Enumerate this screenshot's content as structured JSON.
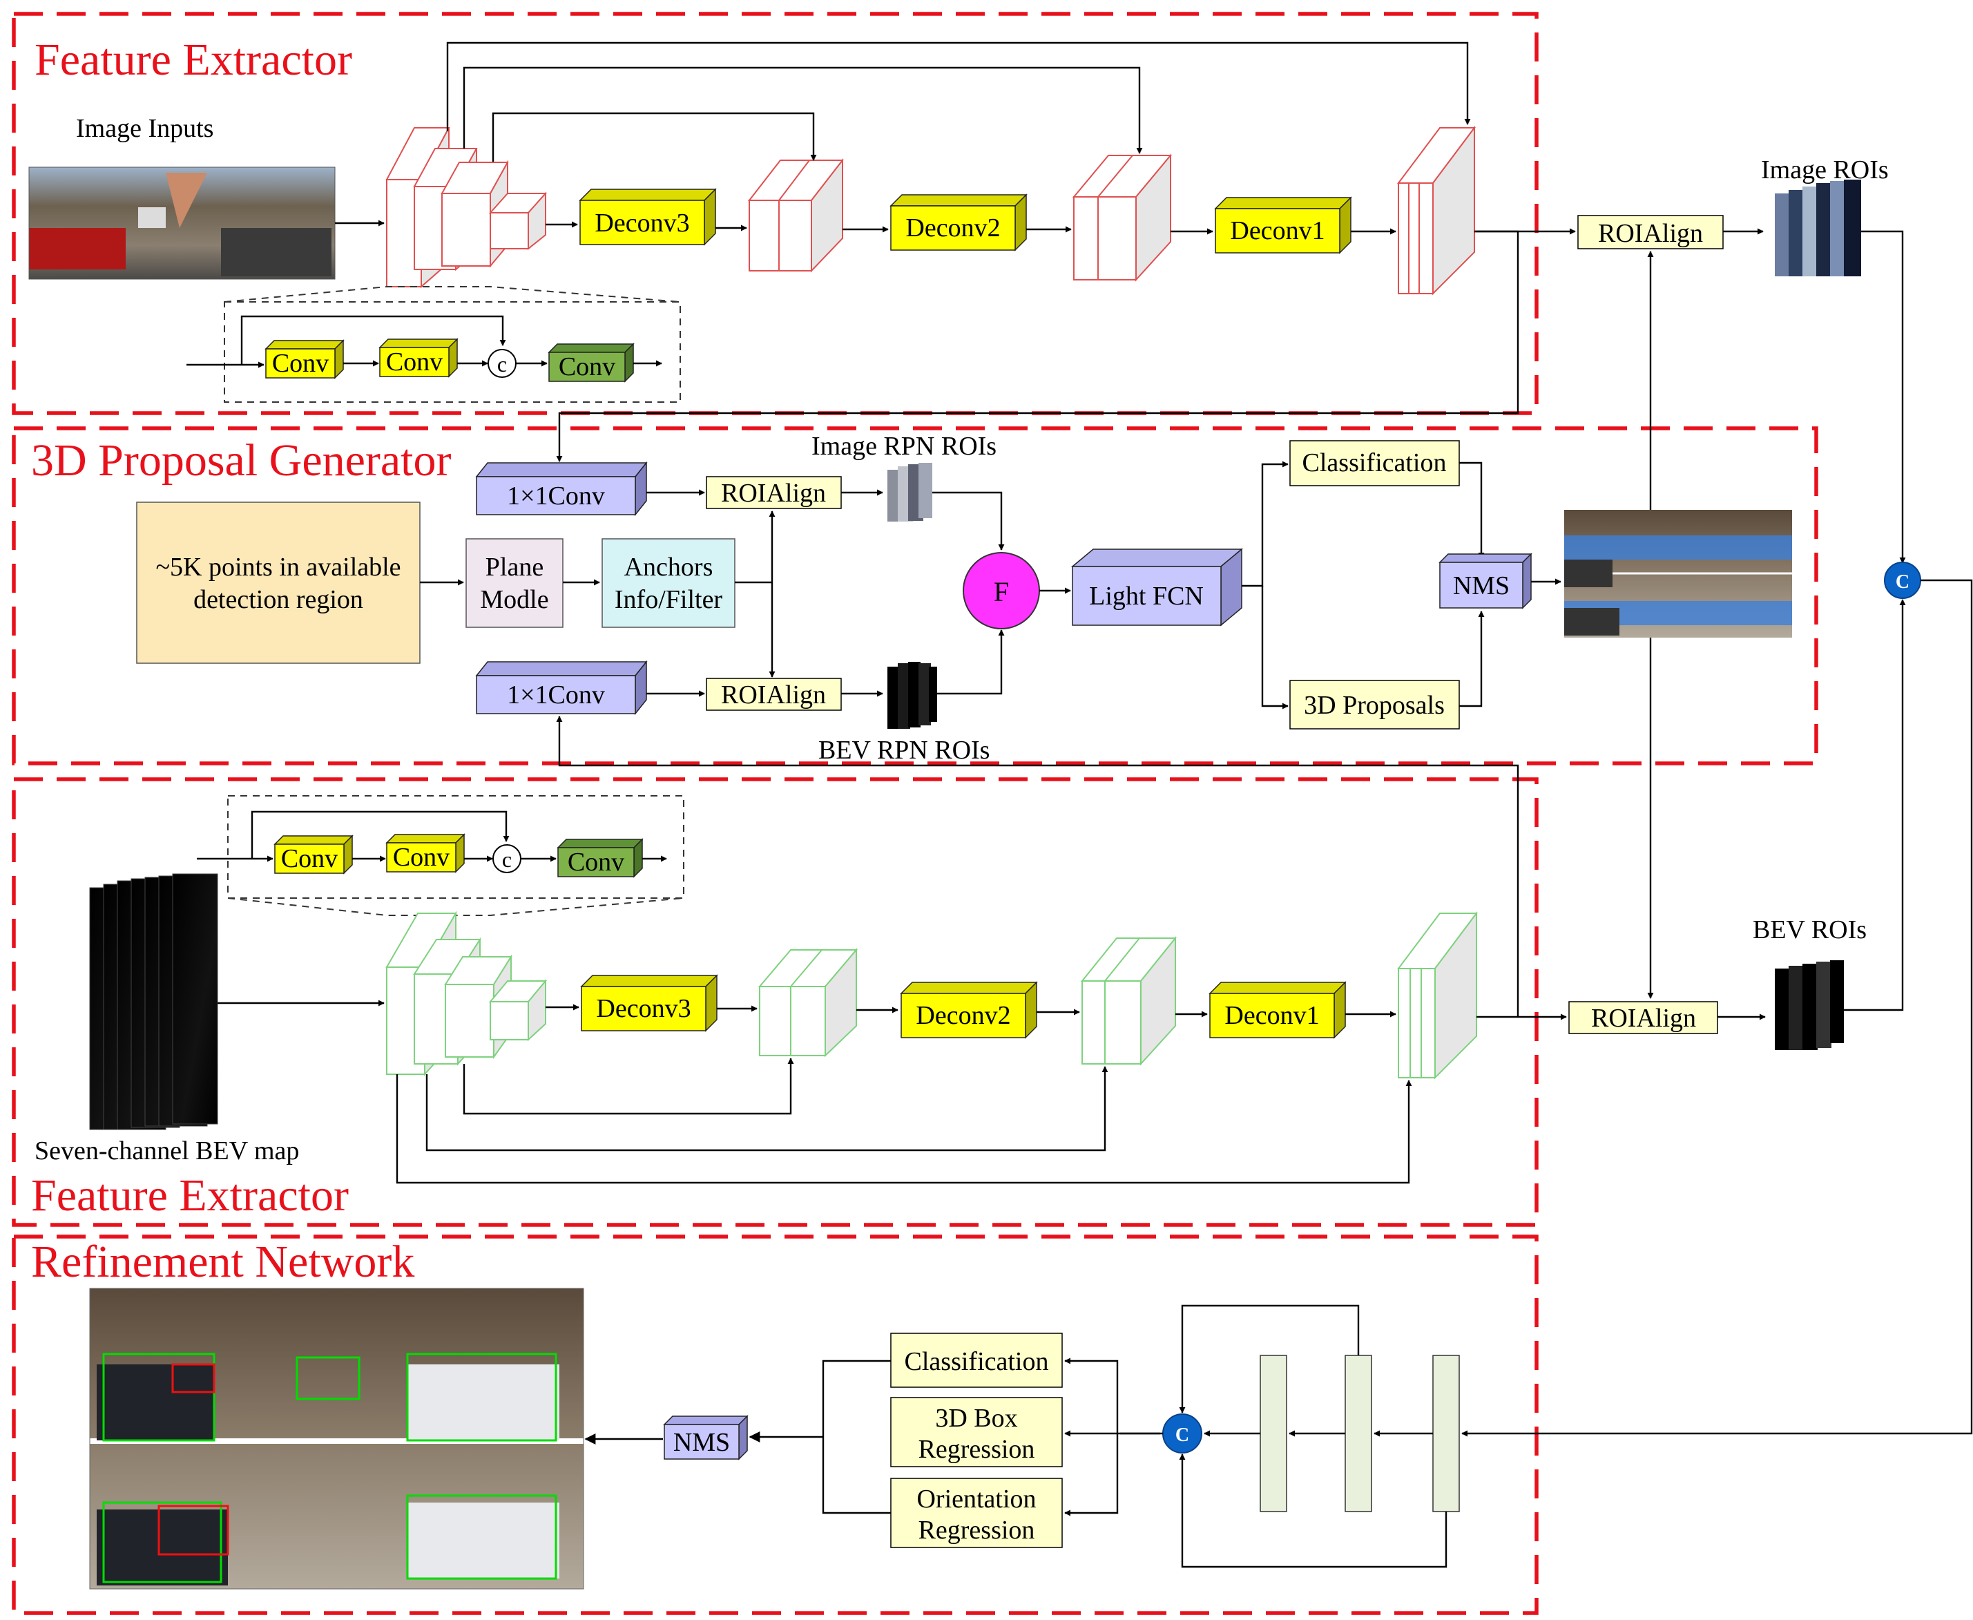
{
  "sections": {
    "image_extractor": "Feature Extractor",
    "proposal": "3D Proposal Generator",
    "bev_extractor": "Feature Extractor",
    "refinement": "Refinement  Network"
  },
  "labels": {
    "image_inputs": "Image Inputs",
    "image_rois": "Image ROIs",
    "image_rpn_rois": "Image RPN ROIs",
    "bev_rpn_rois": "BEV RPN ROIs",
    "bev_rois": "BEV ROIs",
    "bev_map": "Seven-channel BEV map"
  },
  "blocks": {
    "deconv3": "Deconv3",
    "deconv2": "Deconv2",
    "deconv1": "Deconv1",
    "conv": "Conv",
    "concat_small": "c",
    "roialign": "ROIAlign",
    "conv1x1": "1×1Conv",
    "points_line1": "~5K points in available",
    "points_line2": "detection region",
    "plane_line1": "Plane",
    "plane_line2": "Modle",
    "anchors_line1": "Anchors",
    "anchors_line2": "Info/Filter",
    "fusion": "F",
    "light_fcn": "Light FCN",
    "classification": "Classification",
    "proposals_3d": "3D Proposals",
    "nms": "NMS",
    "concat": "C",
    "box_reg_line1": "3D Box",
    "box_reg_line2": "Regression",
    "orient_line1": "Orientation",
    "orient_line2": "Regression"
  },
  "colors": {
    "section_border": "#e8111b",
    "deconv_yellow": "#ffff00",
    "conv_green": "#7fb34a",
    "roialign_fill": "#ffffcc",
    "conv1x1_fill": "#c8c8ff",
    "points_fill": "#fde9b8",
    "plane_fill": "#f0e6f0",
    "anchors_fill": "#d6f3f6",
    "fusion_magenta": "#ff33ff",
    "concat_blue": "#0a64c8",
    "fc_fill": "#e9f1dc",
    "image_stack_stroke": "#e05050",
    "bev_stack_stroke": "#7ed27e"
  }
}
